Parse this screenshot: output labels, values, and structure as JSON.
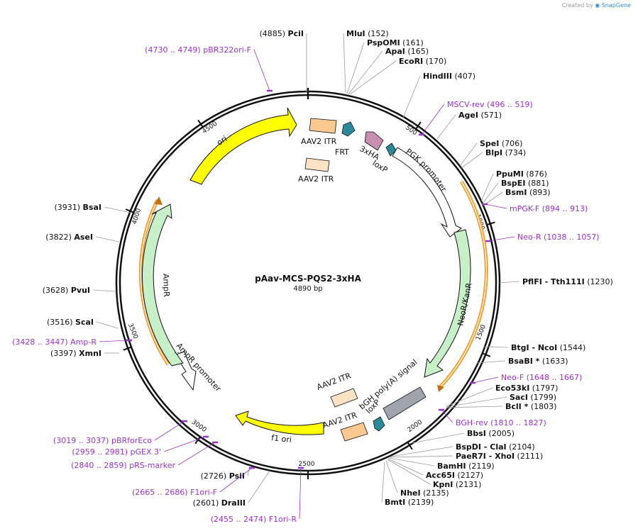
{
  "plasmid": {
    "name": "pAav-MCS-PQS2-3xHA",
    "length_label": "4890 bp",
    "length_bp": 4890
  },
  "branding": {
    "prefix": "Created by",
    "product": "SnapGene"
  },
  "colors": {
    "enzyme": "#111111",
    "primer": "#9933cc",
    "ori": "#ffff00",
    "itr": "#fbc890",
    "itr_light": "#fde2c4",
    "frt": "#2b8a9a",
    "tag": "#c890b0",
    "promoter": "#ffffff",
    "cds": "#c8f0c8",
    "polyA": "#a0a4ac",
    "orange_arc": "#f0a030"
  },
  "ticks": [
    "500",
    "1000",
    "1500",
    "2000",
    "2500",
    "3000",
    "3500",
    "4000",
    "4500"
  ],
  "enzymes": [
    {
      "name": "PciI",
      "pos": "4885",
      "side": "left"
    },
    {
      "name": "MluI",
      "pos": "152",
      "side": "right"
    },
    {
      "name": "PspOMI",
      "pos": "161",
      "side": "right"
    },
    {
      "name": "ApaI",
      "pos": "165",
      "side": "right"
    },
    {
      "name": "EcoRI",
      "pos": "170",
      "side": "right"
    },
    {
      "name": "HindIII",
      "pos": "407",
      "side": "right"
    },
    {
      "name": "AgeI",
      "pos": "571",
      "side": "right"
    },
    {
      "name": "SpeI",
      "pos": "706",
      "side": "right"
    },
    {
      "name": "BlpI",
      "pos": "734",
      "side": "right"
    },
    {
      "name": "PpuMI",
      "pos": "876",
      "side": "right"
    },
    {
      "name": "BspEI",
      "pos": "881",
      "side": "right"
    },
    {
      "name": "BsmI",
      "pos": "893",
      "side": "right"
    },
    {
      "name": "PflFI - Tth111I",
      "pos": "1230",
      "side": "right"
    },
    {
      "name": "BtgI - NcoI",
      "pos": "1544",
      "side": "right"
    },
    {
      "name": "BsaBI *",
      "pos": "1633",
      "side": "right"
    },
    {
      "name": "Eco53kI",
      "pos": "1797",
      "side": "right"
    },
    {
      "name": "SacI",
      "pos": "1799",
      "side": "right"
    },
    {
      "name": "BclI *",
      "pos": "1803",
      "side": "right"
    },
    {
      "name": "BbsI",
      "pos": "2005",
      "side": "right"
    },
    {
      "name": "BspDI - ClaI",
      "pos": "2104",
      "side": "right"
    },
    {
      "name": "PaeR7I - XhoI",
      "pos": "2111",
      "side": "right"
    },
    {
      "name": "BamHI",
      "pos": "2119",
      "side": "right"
    },
    {
      "name": "Acc65I",
      "pos": "2127",
      "side": "right"
    },
    {
      "name": "KpnI",
      "pos": "2131",
      "side": "right"
    },
    {
      "name": "NheI",
      "pos": "2135",
      "side": "right"
    },
    {
      "name": "BmtI",
      "pos": "2139",
      "side": "right"
    },
    {
      "name": "DraIII",
      "pos": "2601",
      "side": "left"
    },
    {
      "name": "PsiI",
      "pos": "2726",
      "side": "left"
    },
    {
      "name": "XmnI",
      "pos": "3397",
      "side": "left"
    },
    {
      "name": "ScaI",
      "pos": "3516",
      "side": "left"
    },
    {
      "name": "PvuI",
      "pos": "3628",
      "side": "left"
    },
    {
      "name": "AseI",
      "pos": "3822",
      "side": "left"
    },
    {
      "name": "BsaI",
      "pos": "3931",
      "side": "left"
    }
  ],
  "primers": [
    {
      "name": "pBR322ori-F",
      "range": "(4730 .. 4749)",
      "side": "left"
    },
    {
      "name": "MSCV-rev",
      "range": "(496 .. 519)",
      "side": "right"
    },
    {
      "name": "mPGK-F",
      "range": "(894 .. 913)",
      "side": "right"
    },
    {
      "name": "Neo-R",
      "range": "(1038 .. 1057)",
      "side": "right"
    },
    {
      "name": "Neo-F",
      "range": "(1648 .. 1667)",
      "side": "right"
    },
    {
      "name": "BGH-rev",
      "range": "(1810 .. 1827)",
      "side": "right"
    },
    {
      "name": "F1ori-R",
      "range": "(2455 .. 2474)",
      "side": "left"
    },
    {
      "name": "F1ori-F",
      "range": "(2665 .. 2686)",
      "side": "left"
    },
    {
      "name": "pRS-marker",
      "range": "(2840 .. 2859)",
      "side": "left"
    },
    {
      "name": "pGEX 3'",
      "range": "(2959 .. 2981)",
      "side": "left"
    },
    {
      "name": "pBRforEco",
      "range": "(3019 .. 3037)",
      "side": "left"
    },
    {
      "name": "Amp-R",
      "range": "(3428 .. 3447)",
      "side": "left"
    }
  ],
  "features": [
    {
      "name": "ori",
      "type": "ori"
    },
    {
      "name": "AAV2 ITR",
      "type": "itr"
    },
    {
      "name": "FRT",
      "type": "site"
    },
    {
      "name": "3xHA",
      "type": "tag"
    },
    {
      "name": "loxP",
      "type": "site"
    },
    {
      "name": "AAV2 ITR",
      "type": "itr"
    },
    {
      "name": "PGK promoter",
      "type": "promoter"
    },
    {
      "name": "NeoR/KanR",
      "type": "cds"
    },
    {
      "name": "bGH poly(A) signal",
      "type": "polyA"
    },
    {
      "name": "loxP",
      "type": "site"
    },
    {
      "name": "AAV2 ITR",
      "type": "itr"
    },
    {
      "name": "AAV2 ITR",
      "type": "itr"
    },
    {
      "name": "f1 ori",
      "type": "ori"
    },
    {
      "name": "AmpR promoter",
      "type": "promoter"
    },
    {
      "name": "AmpR",
      "type": "cds"
    }
  ]
}
